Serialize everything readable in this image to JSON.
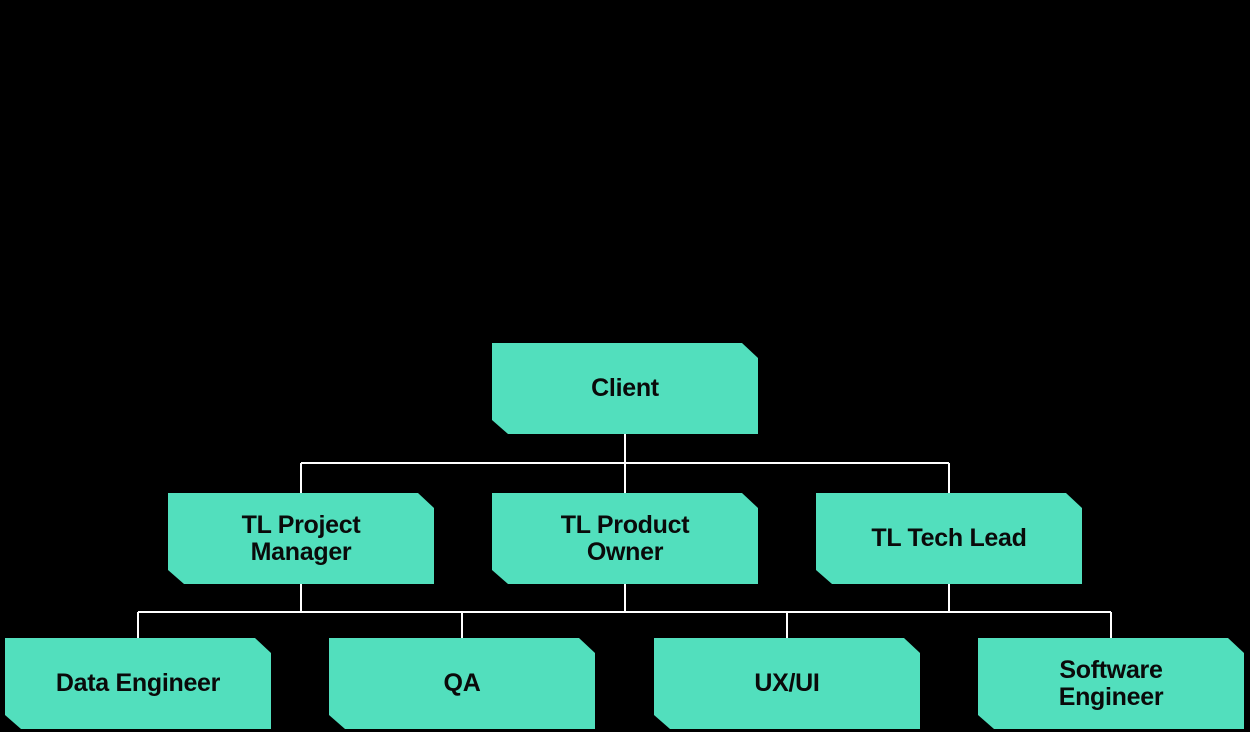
{
  "colors": {
    "background": "#000000",
    "node_fill": "#52dfbd",
    "node_text": "#0a0a0a",
    "connector": "#ffffff"
  },
  "org_chart": {
    "root": {
      "label": "Client"
    },
    "leads": [
      {
        "label": "TL Project Manager"
      },
      {
        "label": "TL Product Owner"
      },
      {
        "label": "TL Tech Lead"
      }
    ],
    "team": [
      {
        "label": "Data Engineer"
      },
      {
        "label": "QA"
      },
      {
        "label": "UX/UI"
      },
      {
        "label": "Software Engineer"
      }
    ]
  }
}
